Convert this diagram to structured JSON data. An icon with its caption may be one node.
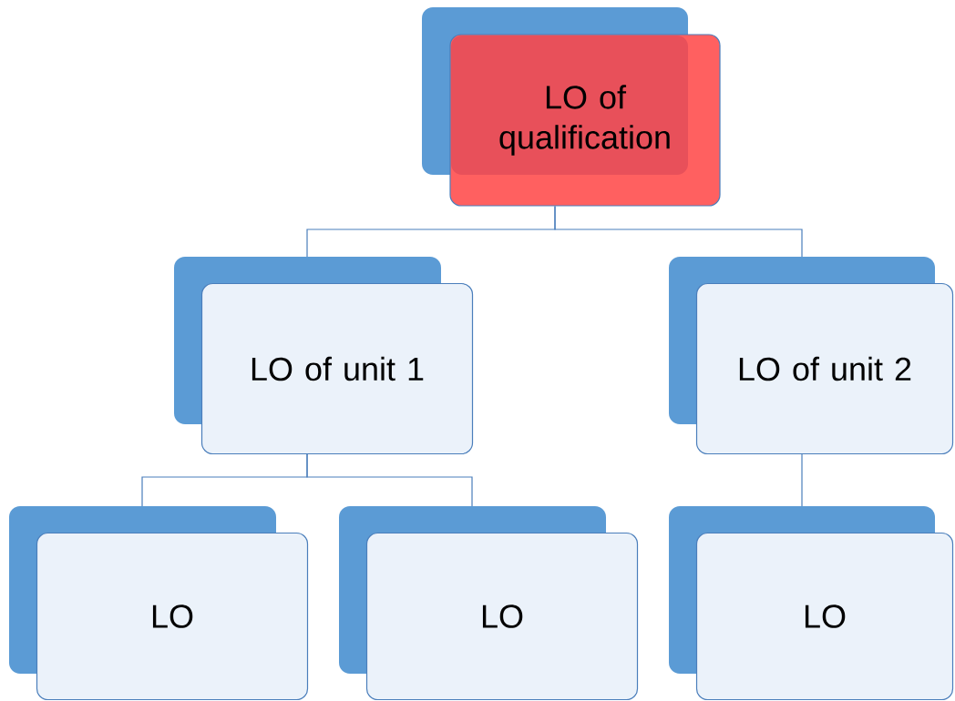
{
  "diagram": {
    "nodes": [
      {
        "text": [
          "LO of qualification"
        ]
      },
      {
        "text": [
          "LO of unit 1"
        ]
      },
      {
        "text": [
          "LO of unit 2"
        ]
      },
      {
        "text": [
          "LO"
        ]
      },
      {
        "text": [
          "LO"
        ]
      },
      {
        "text": [
          "LO"
        ]
      }
    ],
    "edges": [
      {
        "from": 0,
        "to": 1,
        "arrow": "none"
      },
      {
        "from": 0,
        "to": 2,
        "arrow": "none"
      },
      {
        "from": 1,
        "to": 3,
        "arrow": "none"
      },
      {
        "from": 1,
        "to": 4,
        "arrow": "none"
      },
      {
        "from": 2,
        "to": 5,
        "arrow": "none"
      }
    ]
  }
}
